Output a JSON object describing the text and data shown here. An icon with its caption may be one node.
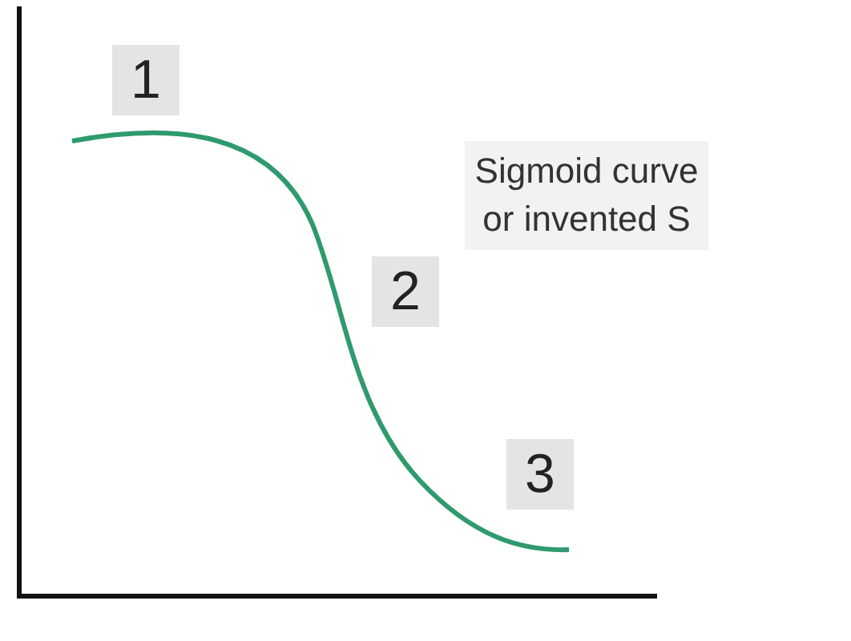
{
  "diagram": {
    "labels": [
      "1",
      "Sigmoid curve or invented S",
      "2",
      "3"
    ]
  }
}
